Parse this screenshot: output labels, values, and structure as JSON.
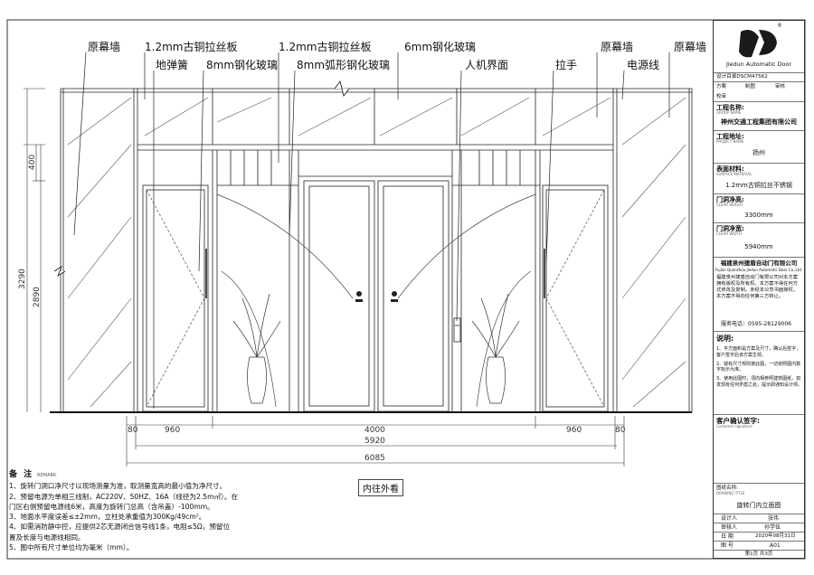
{
  "callouts": {
    "top": [
      "原幕墙",
      "1.2mm古铜拉丝板",
      "1.2mm古铜拉丝板",
      "6mm钢化玻璃",
      "原幕墙",
      "原幕墙"
    ],
    "second": [
      "地弹簧",
      "8mm钢化玻璃",
      "8mm弧形钢化玻璃",
      "人机界面",
      "拉手",
      "电源线"
    ]
  },
  "dimensions": {
    "vertical": [
      "400",
      "3290",
      "2890"
    ],
    "bottom": [
      "80",
      "960",
      "4000",
      "960",
      "80"
    ],
    "total_inner": "5920",
    "total_outer": "6085"
  },
  "caption": "内往外看",
  "notes": {
    "title": "备 注",
    "title_en": "REMARK",
    "items": [
      "1、旋转门洞口净尺寸以现场测量为准，取测量宽高的最小值为净尺寸。",
      "2、预留电源为单相三线制，AC220V、50HZ、16A（线径为2.5m㎡）。在",
      "门区右侧预留电源线6米，高度为旋转门总高（含吊盖）-100mm。",
      "3、地面水平度误差≤±2mm，立柱处承重值为300Kg/49cm²。",
      "4、如需消防静中控，应提供2芯无源闭合信号线1条，电阻≤5Ω，预留位",
      "置及长度与电源线相同。",
      "5、图中所有尺寸单位均为毫米（mm）。"
    ]
  },
  "title_block": {
    "brand": "Jiedun Automatic Door",
    "reg_mark": "®",
    "design_no": "设计目录DSCM47562",
    "sign_cells": [
      "方案",
      "制图",
      "审核",
      "校审"
    ],
    "project_unit_label": "工程名称:",
    "project_unit_sub": "GROUP NAME",
    "project_unit": "神州交通工程集团有限公司",
    "project_loc_label": "工程地址:",
    "project_loc_sub": "PROJECT NAME",
    "project_loc": "扬州",
    "material_label": "表面材料:",
    "material_sub": "SURFACE MATERIAL",
    "material": "1.2mm古铜拉丝不锈钢",
    "height_label": "门洞净高:",
    "height_sub": "CLEAR HEIGHT",
    "height": "3300mm",
    "width_label": "门洞净宽:",
    "width_sub": "CLEAR WIDTH",
    "width": "5940mm",
    "company": "福建泉州捷盾自动门有限公司",
    "company_en": "Fujian Quanzhou Jiedun Automatic Door Co.,Ltd.",
    "copyright": "福建泉州捷盾自动门有限公司对本方案拥有版权及所有权。本方案不得任何方式修改及复制。未经本公司书面授权。本方案不得向任何第三方转让。",
    "phone": "服务电话：0595-28129006",
    "explain_label": "说明:",
    "explain": [
      "1、平方面积是方案及尺寸，确认后签字，客户签字后该方案生效。",
      "2、疑有尺寸规则按此图，一切依照图内数字标示为准。",
      "3、使用此图时，须向相参照建筑图纸，如发现有任何矛盾之处，提示即通知设计师。"
    ],
    "customer_label": "客户确认签字:",
    "customer_sub": "Customer signature",
    "drawing_name_label": "图纸名称:",
    "drawing_name_sub": "DRAWING TITLE",
    "drawing_name": "旋转门内立面图",
    "designer_label": "设计人",
    "designer": "张伟",
    "checker_label": "审核人",
    "checker": "孙学伍",
    "date_label": "日 期",
    "date": "2020年08月31日",
    "drawing_no_label": "图 号",
    "drawing_no": "A01",
    "page": "第1页 共3页"
  },
  "colors": {
    "line": "#222222",
    "glass_hatch": "#555555",
    "brand_dark": "#1a1a1a"
  }
}
